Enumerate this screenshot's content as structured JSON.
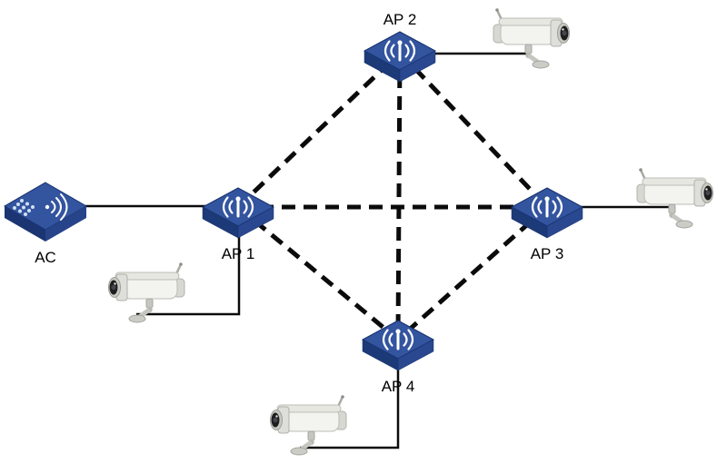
{
  "diagram": {
    "type": "network-topology",
    "nodes": {
      "ac": {
        "label": "AC",
        "kind": "wireless-access-controller"
      },
      "ap1": {
        "label": "AP 1",
        "kind": "wireless-access-point"
      },
      "ap2": {
        "label": "AP 2",
        "kind": "wireless-access-point"
      },
      "ap3": {
        "label": "AP 3",
        "kind": "wireless-access-point"
      },
      "ap4": {
        "label": "AP 4",
        "kind": "wireless-access-point"
      },
      "camera_ap1": {
        "kind": "bullet-ip-camera"
      },
      "camera_ap2": {
        "kind": "bullet-ip-camera"
      },
      "camera_ap3": {
        "kind": "bullet-ip-camera"
      },
      "camera_ap4": {
        "kind": "bullet-ip-camera"
      }
    },
    "links": [
      {
        "from": "ac",
        "to": "ap1",
        "style": "solid"
      },
      {
        "from": "ap1",
        "to": "ap2",
        "style": "dashed"
      },
      {
        "from": "ap1",
        "to": "ap3",
        "style": "dashed"
      },
      {
        "from": "ap1",
        "to": "ap4",
        "style": "dashed"
      },
      {
        "from": "ap2",
        "to": "ap3",
        "style": "dashed"
      },
      {
        "from": "ap2",
        "to": "ap4",
        "style": "dashed"
      },
      {
        "from": "ap3",
        "to": "ap4",
        "style": "dashed"
      },
      {
        "from": "ap1",
        "to": "camera_ap1",
        "style": "solid"
      },
      {
        "from": "ap2",
        "to": "camera_ap2",
        "style": "solid"
      },
      {
        "from": "ap3",
        "to": "camera_ap3",
        "style": "solid"
      },
      {
        "from": "ap4",
        "to": "camera_ap4",
        "style": "solid"
      }
    ],
    "colors": {
      "device_blue": "#33549f",
      "device_blue_dark": "#1d3a78",
      "link_line": "#0b0b0b",
      "label_text": "#000000",
      "background": "#ffffff"
    }
  }
}
